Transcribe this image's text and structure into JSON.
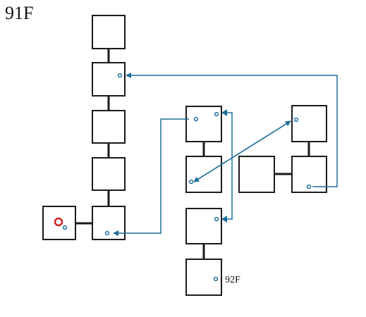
{
  "floor": {
    "title": "91F",
    "exit_label": "92F"
  },
  "rooms": [
    {
      "id": "r1",
      "kind": "room"
    },
    {
      "id": "r2",
      "kind": "room"
    },
    {
      "id": "r3",
      "kind": "room"
    },
    {
      "id": "r4",
      "kind": "room"
    },
    {
      "id": "r5",
      "kind": "room"
    },
    {
      "id": "start",
      "kind": "start-room"
    },
    {
      "id": "m1",
      "kind": "room"
    },
    {
      "id": "m2",
      "kind": "room"
    },
    {
      "id": "m3",
      "kind": "room"
    },
    {
      "id": "m4",
      "kind": "room"
    },
    {
      "id": "e1",
      "kind": "room"
    },
    {
      "id": "e2",
      "kind": "room"
    },
    {
      "id": "e3",
      "kind": "room"
    }
  ],
  "corridors": [
    {
      "from": "r1",
      "to": "r2"
    },
    {
      "from": "r2",
      "to": "r3"
    },
    {
      "from": "r3",
      "to": "r4"
    },
    {
      "from": "r4",
      "to": "r5"
    },
    {
      "from": "start",
      "to": "r5"
    },
    {
      "from": "m1",
      "to": "m2"
    },
    {
      "from": "m3",
      "to": "m4"
    },
    {
      "from": "e1",
      "to": "e2"
    },
    {
      "from": "e3",
      "to": "e2"
    }
  ],
  "warps": [
    {
      "from": "e2",
      "to": "r2"
    },
    {
      "from": "m1",
      "to": "r5"
    },
    {
      "from": "m2",
      "to": "e1"
    },
    {
      "from": "m1",
      "to": "m3"
    }
  ],
  "colors": {
    "room_border": "#1a1a1a",
    "corridor": "#1a1a1a",
    "warp": "#1f6f9b",
    "start_marker": "#cc2222"
  },
  "icons": {
    "warp_point": "small-circle",
    "start_marker": "red-circle"
  }
}
